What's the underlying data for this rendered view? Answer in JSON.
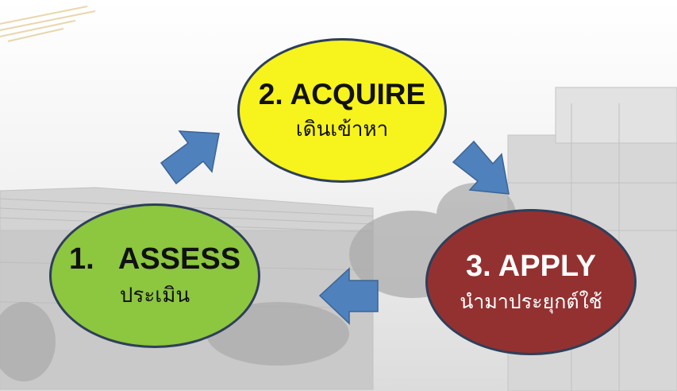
{
  "colors": {
    "assess_fill": "#8dc63f",
    "acquire_fill": "#f7f31c",
    "apply_fill": "#933131",
    "arrow_fill": "#4f81bd",
    "outline": "#2e3f5a"
  },
  "nodes": {
    "assess": {
      "title": "1.   ASSESS",
      "subtitle": "ประเมิน"
    },
    "acquire": {
      "title": "2. ACQUIRE",
      "subtitle": "เดินเข้าหา"
    },
    "apply": {
      "title": "3. APPLY",
      "subtitle": "นำมาประยุกต์ใช้"
    }
  },
  "arrows": [
    {
      "from": "assess",
      "to": "acquire",
      "icon": "arrow-up-right"
    },
    {
      "from": "acquire",
      "to": "apply",
      "icon": "arrow-down-right"
    },
    {
      "from": "apply",
      "to": "assess",
      "icon": "arrow-left"
    }
  ]
}
